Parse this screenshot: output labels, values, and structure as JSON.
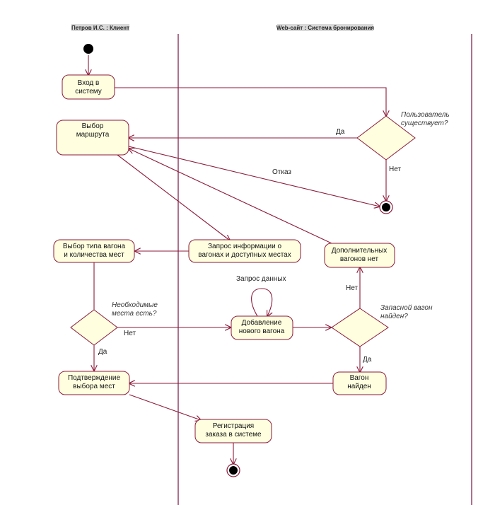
{
  "lanes": {
    "client": "Петров И.С. : Клиент",
    "website": "Web-сайт : Система бронирования"
  },
  "activities": {
    "login": [
      "Вход в",
      "систему"
    ],
    "route": [
      "Выбор",
      "маршрута"
    ],
    "car_type": [
      "Выбор типа вагона",
      "и количества мест"
    ],
    "request_info": [
      "Запрос информации о",
      "вагонах и доступных местах"
    ],
    "no_extra": [
      "Дополнительных",
      "вагонов нет"
    ],
    "add_car": [
      "Добавление",
      "нового вагона"
    ],
    "confirm": [
      "Подтверждение",
      "выбора мест"
    ],
    "car_found": [
      "Вагон",
      "найден"
    ],
    "register": [
      "Регистрация",
      "заказа в системе"
    ]
  },
  "conditions": {
    "user_exists": [
      "Пользователь",
      "существует?"
    ],
    "seats": [
      "Необходимые",
      "места есть?"
    ],
    "spare_car": [
      "Запасной вагон",
      "найден?"
    ]
  },
  "guards": {
    "yes1": "Да",
    "no1": "Нет",
    "refuse": "Отказ",
    "data_request": "Запрос данных",
    "no2": "Нет",
    "yes2": "Да",
    "no3": "Нет",
    "yes3": "Да"
  },
  "colors": {
    "line": "#8b1a3a",
    "fill": "#ffffe0",
    "lane": "#7a1040"
  }
}
